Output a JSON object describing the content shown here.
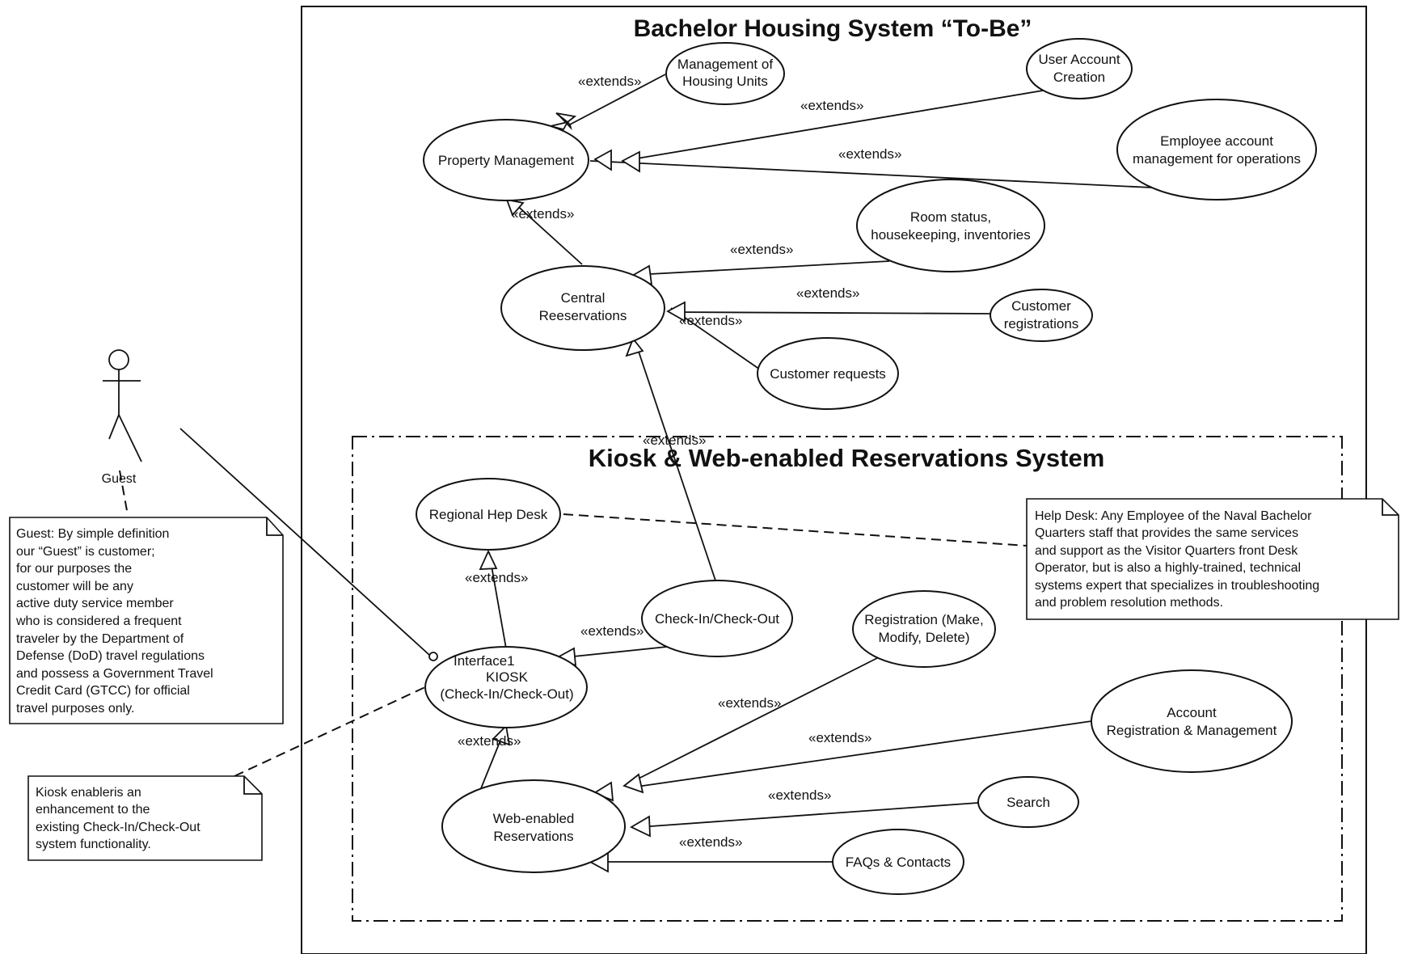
{
  "system": {
    "title": "Bachelor Housing System “To-Be”"
  },
  "subsystem": {
    "title": "Kiosk & Web-enabled Reservations System"
  },
  "actor": {
    "name": "Guest"
  },
  "extends_label": "«extends»",
  "use_cases": {
    "management_of_housing_units": [
      "Management of",
      "Housing Units"
    ],
    "user_account_creation": [
      "User Account",
      "Creation"
    ],
    "property_management": [
      "Property Management"
    ],
    "employee_account_management": [
      "Employee account",
      "management for operations"
    ],
    "room_status": [
      "Room status,",
      "housekeeping, inventories"
    ],
    "central_reservations": [
      "Central",
      "Reeservations"
    ],
    "customer_registrations": [
      "Customer",
      "registrations"
    ],
    "customer_requests": [
      "Customer requests"
    ],
    "regional_help_desk": [
      "Regional Hep Desk"
    ],
    "check_in_check_out": [
      "Check-In/Check-Out"
    ],
    "registration_make_modify_delete": [
      "Registration (Make,",
      "Modify, Delete)"
    ],
    "interface_kiosk": [
      "Interface1",
      "KIOSK",
      "(Check-In/Check-Out)"
    ],
    "account_registration_management": [
      "Account",
      "Registration & Management"
    ],
    "web_enabled_reservations": [
      "Web-enabled",
      "Reservations"
    ],
    "search": [
      "Search"
    ],
    "faqs_contacts": [
      "FAQs & Contacts"
    ]
  },
  "notes": {
    "guest_note": [
      "Guest: By simple definition",
      "our “Guest” is customer;",
      " for our purposes the",
      "customer will be any",
      "active duty service member",
      "who is considered a frequent",
      "traveler by the Department of",
      "Defense (DoD) travel regulations",
      "and possess a Government Travel",
      "Credit Card (GTCC) for official",
      "travel purposes only."
    ],
    "kiosk_note": [
      "Kiosk enableris an",
      "enhancement to the",
      "existing Check-In/Check-Out",
      "system functionality."
    ],
    "help_desk_note": [
      "Help Desk: Any Employee of the Naval Bachelor",
      " Quarters staff that provides the same services",
      "and support as the Visitor Quarters front Desk",
      "Operator, but is also a highly-trained, technical",
      "systems expert that specializes in troubleshooting",
      "and problem resolution methods."
    ]
  }
}
